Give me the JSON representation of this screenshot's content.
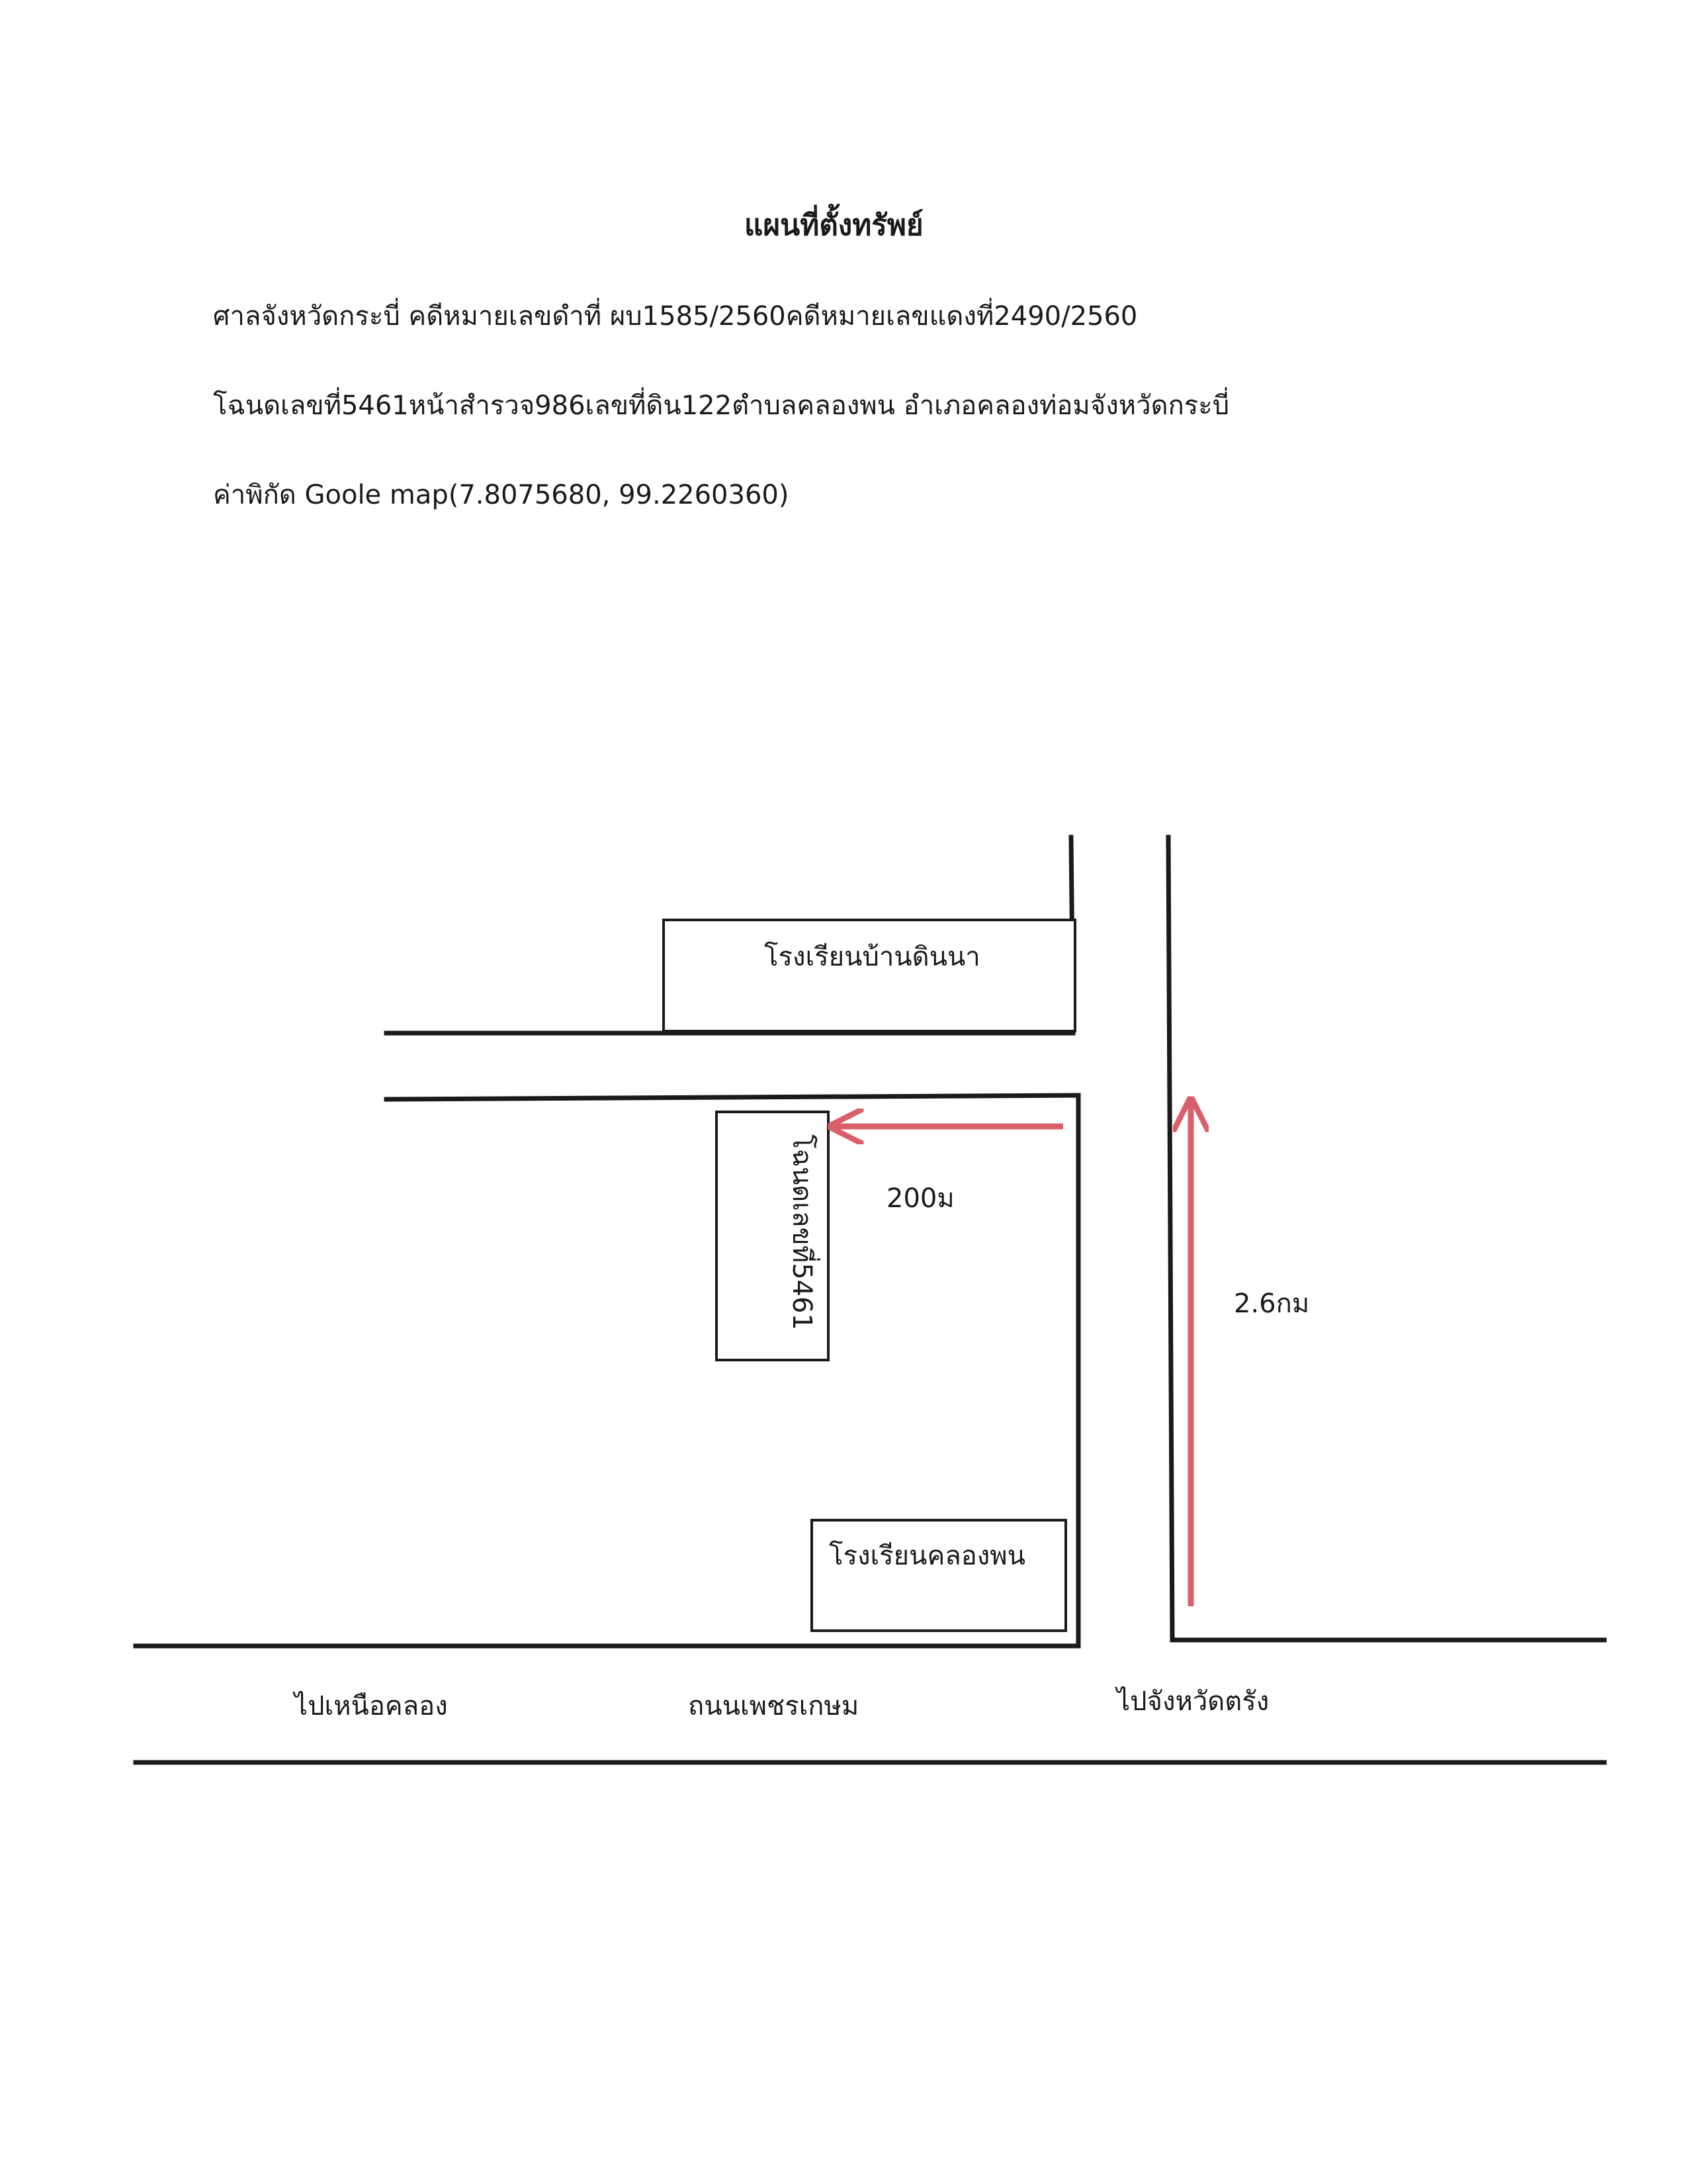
{
  "header": {
    "title": "แผนที่ตั้งทรัพย์",
    "line1": "ศาลจังหวัดกระบี่ คดีหมายเลขดำที่ ผบ1585/2560คดีหมายเลขแดงที่2490/2560",
    "line2": "โฉนดเลขที่5461หน้าสำรวจ986เลขที่ดิน122ตำบลคลองพน อำเภอคลองท่อมจังหวัดกระบี่",
    "line3": "ค่าพิกัด Goole map(7.8075680, 99.2260360)"
  },
  "map": {
    "school_north": "โรงเรียนบ้านดินนา",
    "school_south": "โรงเรียนคลองพน",
    "deed_parcel": "โฉนดเลขที่5461",
    "distance_short": "200ม",
    "distance_long": "2.6กม",
    "road_label_west": "ไปเหนือคลอง",
    "road_label_main": "ถนนเพชรเกษม",
    "road_label_east": "ไปจังหวัดตรัง",
    "line_color": "#1a1a1a",
    "arrow_color": "#d9606a"
  }
}
